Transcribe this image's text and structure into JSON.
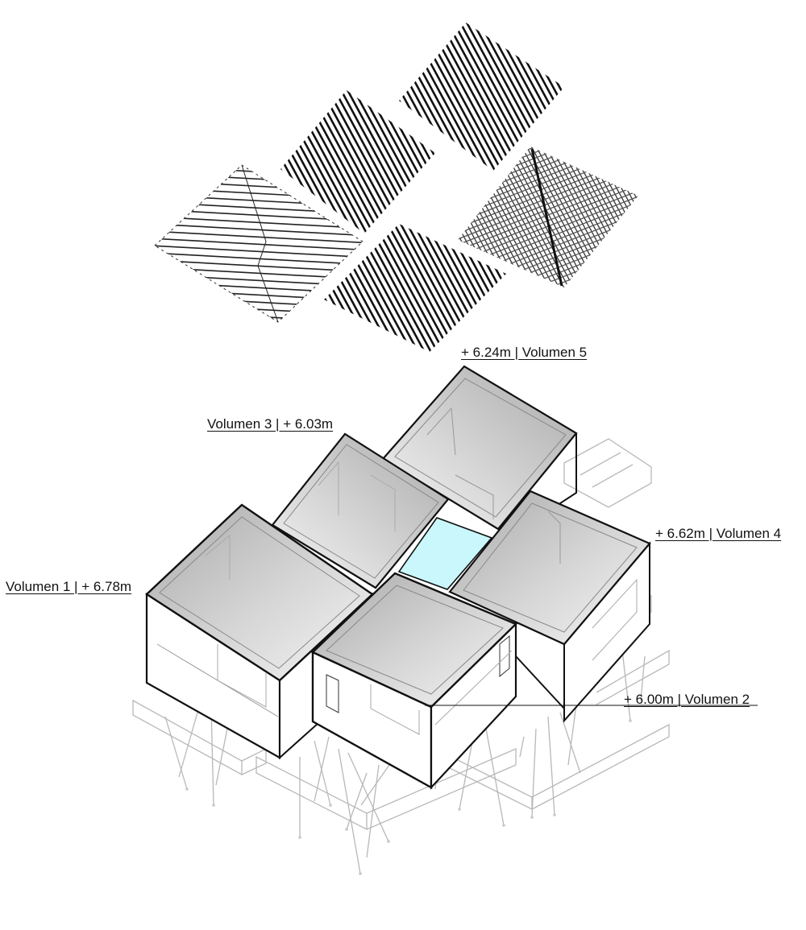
{
  "volumes": [
    {
      "id": "v1",
      "label": "Volumen 1 | + 6.78m"
    },
    {
      "id": "v2",
      "label": "+ 6.00m | Volumen 2"
    },
    {
      "id": "v3",
      "label": "Volumen 3 | + 6.03m"
    },
    {
      "id": "v4",
      "label": "+ 6.62m | Volumen 4"
    },
    {
      "id": "v5",
      "label": "+ 6.24m | Volumen 5"
    }
  ],
  "colors": {
    "stroke": "#111111",
    "ghost": "#b8b8b8",
    "courtyard": "#c9f7fb",
    "roof_light": "#f4f4f4",
    "roof_dark": "#a9a9a9"
  }
}
